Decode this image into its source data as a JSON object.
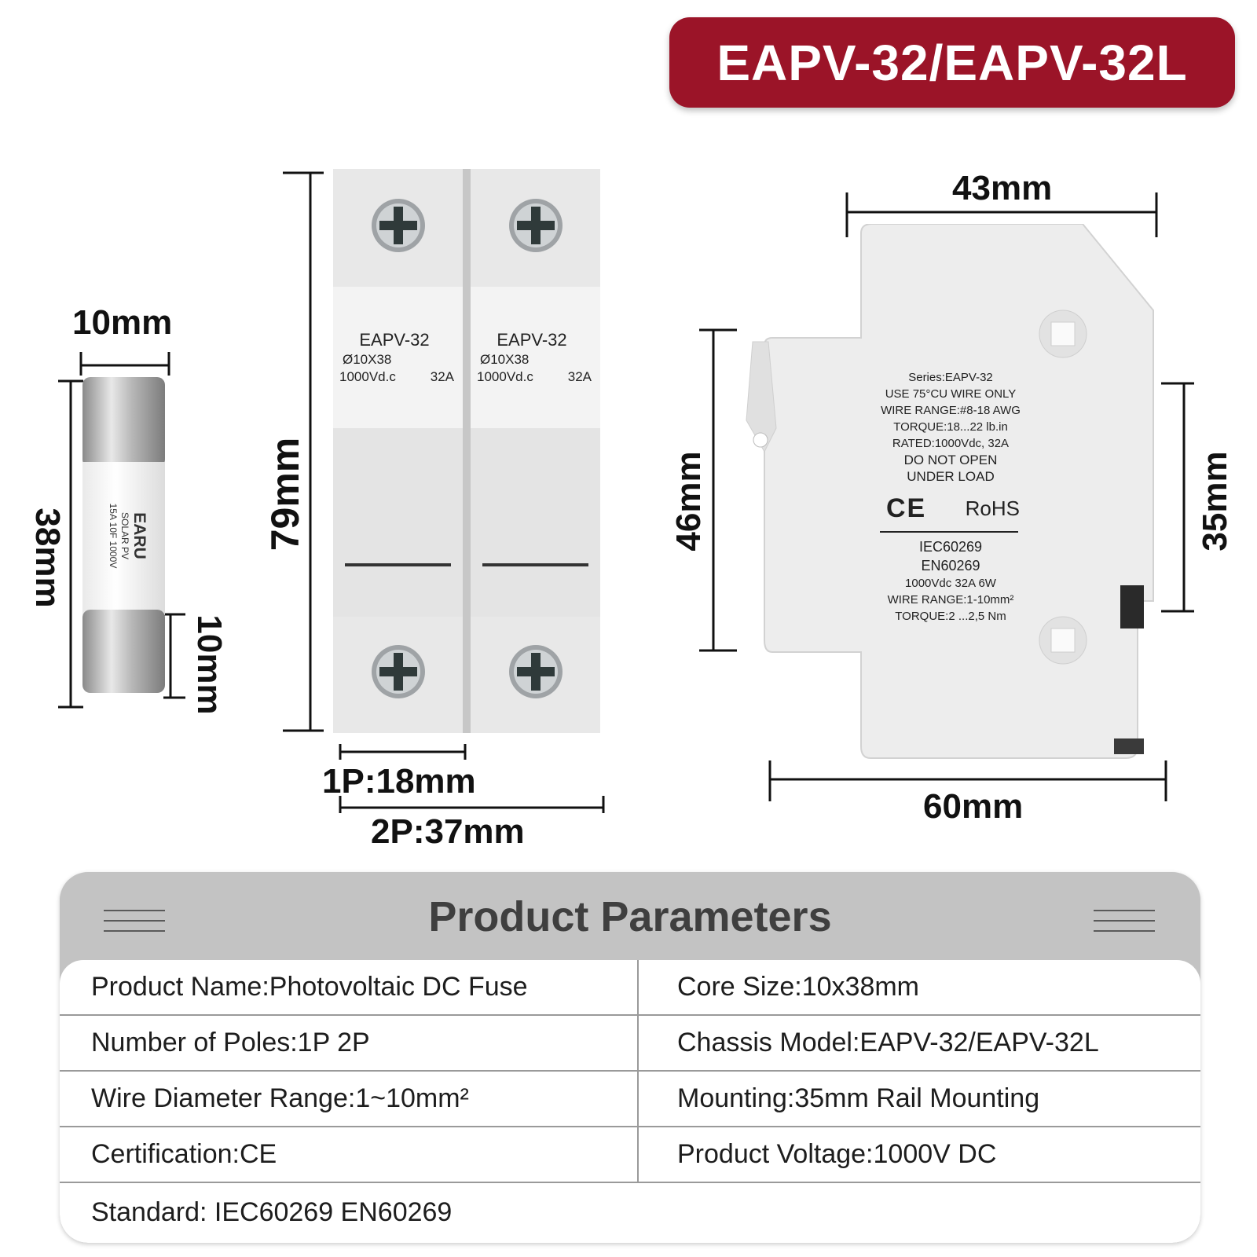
{
  "title": "EAPV-32/EAPV-32L",
  "fuse": {
    "width_dim": "10mm",
    "length_dim": "38mm",
    "cap_dim": "10mm",
    "brand": "EARU",
    "line1": "SOLAR PV",
    "line2": "15A  10F  1000V"
  },
  "holder_front": {
    "height_dim": "79mm",
    "dim_1p": "1P:18mm",
    "dim_2p": "2P:37mm",
    "poles": [
      {
        "model": "EAPV-32",
        "spec": "Ø10X38",
        "voltage": "1000Vd.c",
        "current": "32A"
      },
      {
        "model": "EAPV-32",
        "spec": "Ø10X38",
        "voltage": "1000Vd.c",
        "current": "32A"
      }
    ]
  },
  "holder_side": {
    "top_dim": "43mm",
    "left_dim": "46mm",
    "right_dim": "35mm",
    "bottom_dim": "60mm",
    "label_lines": [
      "Series:EAPV-32",
      "USE 75°CU WIRE ONLY",
      "WIRE RANGE:#8-18 AWG",
      "TORQUE:18...22 lb.in",
      "RATED:1000Vdc,  32A",
      "DO NOT OPEN",
      "UNDER LOAD"
    ],
    "ce": "CE",
    "rohs": "RoHS",
    "label_lines2": [
      "IEC60269",
      "EN60269",
      "1000Vdc  32A  6W",
      "WIRE RANGE:1-10mm²",
      "TORQUE:2 ...2,5 Nm"
    ]
  },
  "params": {
    "heading": "Product Parameters",
    "rows": [
      {
        "left": "Product Name:Photovoltaic DC Fuse",
        "right": "Core Size:10x38mm"
      },
      {
        "left": "Number of Poles:1P 2P",
        "right": "Chassis Model:EAPV-32/EAPV-32L"
      },
      {
        "left": "Wire Diameter Range:1~10mm²",
        "right": "Mounting:35mm Rail Mounting"
      },
      {
        "left": "Certification:CE",
        "right": "Product Voltage:1000V DC"
      }
    ],
    "standard": "Standard: IEC60269 EN60269"
  }
}
